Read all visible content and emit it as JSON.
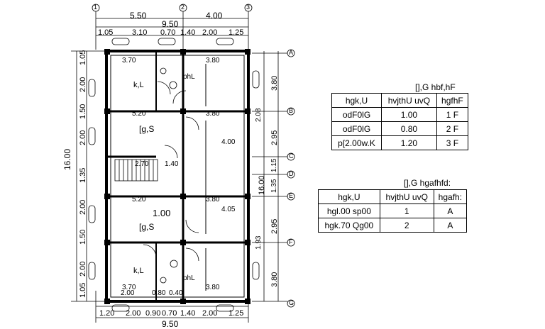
{
  "plan": {
    "grid_cols": [
      "1",
      "2",
      "3"
    ],
    "grid_rows": [
      "A",
      "B",
      "C",
      "D",
      "E",
      "F",
      "G"
    ],
    "dims_top": [
      "5.50",
      "4.00",
      "9.50",
      "1.05",
      "3.10",
      "0.70",
      "1.40",
      "2.00",
      "1.25"
    ],
    "dims_bottom": [
      "1.20",
      "2.00",
      "0.90",
      "0.70",
      "1.40",
      "2.00",
      "1.25",
      "9.50"
    ],
    "dims_left": [
      "16.00",
      "1.05",
      "2.00",
      "1.50",
      "2.00",
      "1.35",
      "2.00",
      "1.50",
      "2.00",
      "1.05"
    ],
    "dims_right": [
      "3.80",
      "2.95",
      "1.15",
      "1.35",
      "2.95",
      "3.80",
      "16.00",
      "2.08",
      "1.93"
    ],
    "rooms": [
      {
        "label": "k,L"
      },
      {
        "label": "k,L"
      },
      {
        "label": "phL"
      },
      {
        "label": "phL"
      },
      {
        "label": "[g,S"
      },
      {
        "label": "[g,S"
      },
      {
        "label": "1.00"
      }
    ],
    "room_dims": [
      "3.70",
      "3.80",
      "5.20",
      "3.80",
      "2.70",
      "1.40",
      "5.20",
      "3.80",
      "3.70",
      "3.80",
      "4.00",
      "4.05",
      "2.00",
      "0.80",
      "0.40"
    ]
  },
  "table_doors": {
    "title": "[],G hbf,hF",
    "headers": [
      "hgk,U",
      "hvjthU uvQ",
      "hgfhF"
    ],
    "rows": [
      [
        "odF0lG",
        "1.00",
        "1",
        "F"
      ],
      [
        "odF0lG",
        "0.80",
        "2",
        "F"
      ],
      [
        "p[2.00w.K",
        "1.20",
        "3",
        "F"
      ]
    ]
  },
  "table_windows": {
    "title": "[],G hgafhfd:",
    "headers": [
      "hgk,U",
      "hvjthU uvQ",
      "hgafh:"
    ],
    "rows": [
      [
        "hgl.00 sp00",
        "1",
        "A"
      ],
      [
        "hgk.70 Qg00",
        "2",
        "A"
      ]
    ]
  }
}
